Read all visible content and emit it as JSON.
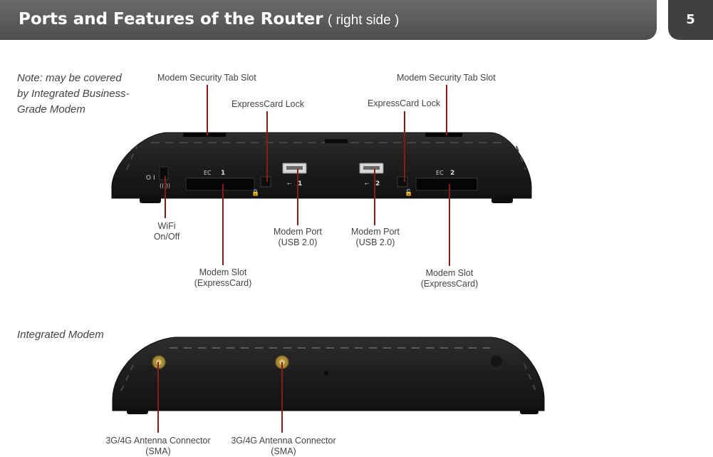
{
  "header": {
    "title": "Ports and Features of the Router",
    "subtitle": "( right side )",
    "page_number": "5"
  },
  "notes": {
    "covered_note": [
      "Note: may be covered",
      "by Integrated Business-",
      "Grade Modem"
    ],
    "integrated_modem": "Integrated Modem"
  },
  "callouts": {
    "security_tab_left": "Modem Security Tab Slot",
    "security_tab_right": "Modem Security Tab Slot",
    "expresscard_lock_left": "ExpressCard Lock",
    "expresscard_lock_right": "ExpressCard Lock",
    "wifi": [
      "WiFi",
      "On/Off"
    ],
    "modem_port_1": [
      "Modem Port",
      "(USB 2.0)"
    ],
    "modem_port_2": [
      "Modem Port",
      "(USB 2.0)"
    ],
    "modem_slot_1": [
      "Modem Slot",
      "(ExpressCard)"
    ],
    "modem_slot_2": [
      "Modem Slot",
      "(ExpressCard)"
    ],
    "antenna_1": [
      "3G/4G Antenna Connector",
      "(SMA)"
    ],
    "antenna_2": [
      "3G/4G Antenna Connector",
      "(SMA)"
    ]
  },
  "device_markings": {
    "slot_1_number": "1",
    "slot_2_number": "2",
    "usb_1_number": "1",
    "usb_2_number": "2",
    "slot_1_prefix": "EC",
    "slot_2_prefix": "EC",
    "switch_marks": "O  I"
  },
  "colors": {
    "header_bg": "#555555",
    "leader_line": "#8b1a1a",
    "device_body": "#1c1c1c"
  }
}
